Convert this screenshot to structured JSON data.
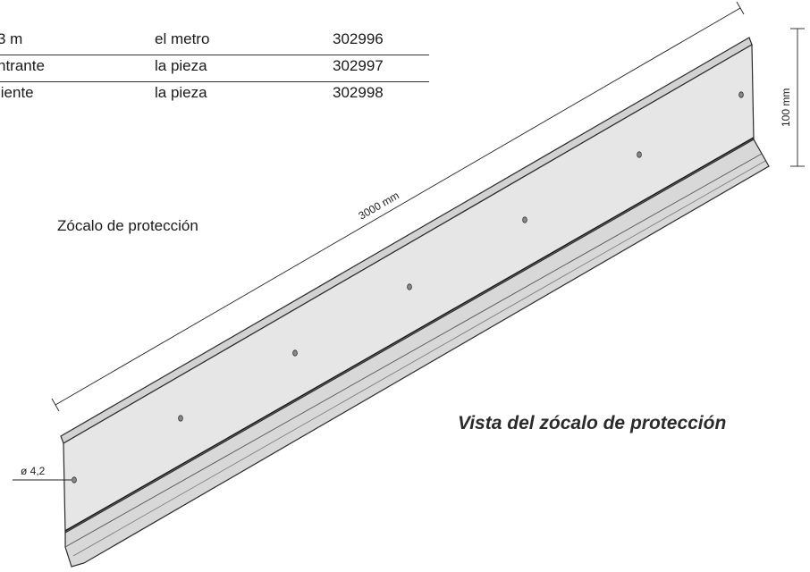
{
  "table": {
    "rows": [
      {
        "description": "3 m",
        "unit": "el metro",
        "code": "302996"
      },
      {
        "description": "ntrante",
        "unit": "la pieza",
        "code": "302997"
      },
      {
        "description": "liente",
        "unit": "la pieza",
        "code": "302998"
      }
    ]
  },
  "subtitle": "Zócalo de protección",
  "caption": "Vista del zócalo de protección",
  "dimensions": {
    "length": "3000 mm",
    "height": "100 mm",
    "hole": "ø 4,2"
  },
  "colors": {
    "panel": "#e4e4e4",
    "flange": "#cfcfcf",
    "line": "#222222"
  }
}
